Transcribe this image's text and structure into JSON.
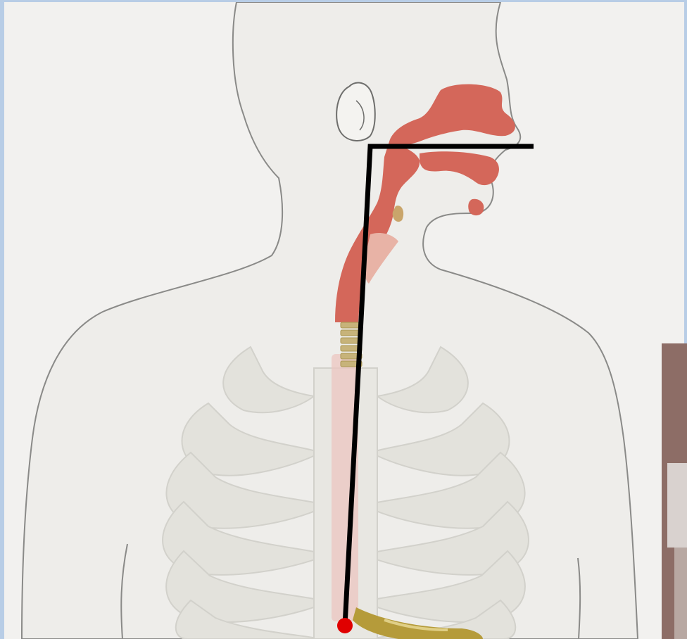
{
  "figure": {
    "subject": "respiratory-digestive-tract-side-view",
    "colors": {
      "background": "#f2f1ef",
      "body_outline": "#8a8a88",
      "body_fill": "#eeedea",
      "airway": "#d4675a",
      "airway_light": "#e8b3a6",
      "trachea_rings": "#c7b37a",
      "ribs": "#e3e2dc",
      "rib_outline": "#d2d1cb",
      "esophagus_tube": "#ecc6c0",
      "stomach_band": "#b59b3a",
      "measure_line": "#000000",
      "endpoint_marker": "#e00000",
      "frame": "#b8cde6",
      "thumbnail": "#8d6d66"
    },
    "measurement": {
      "segments": [
        "horizontal-mouth-to-pharynx",
        "vertical-pharynx-to-stomach"
      ],
      "endpoint": "stomach-entry-dot"
    }
  }
}
